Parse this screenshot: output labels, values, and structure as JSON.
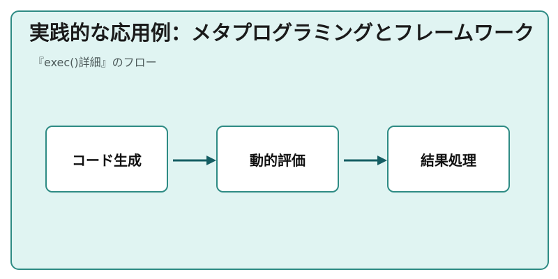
{
  "title": "実践的な応用例：メタプログラミングとフレームワーク",
  "subtitle": "『exec()詳細』のフロー",
  "flow": {
    "steps": [
      {
        "label": "コード生成"
      },
      {
        "label": "動的評価"
      },
      {
        "label": "結果処理"
      }
    ]
  },
  "colors": {
    "background": "#e0f4f2",
    "border": "#2e8b84",
    "arrow": "#155e63",
    "node_fill": "#ffffff"
  }
}
